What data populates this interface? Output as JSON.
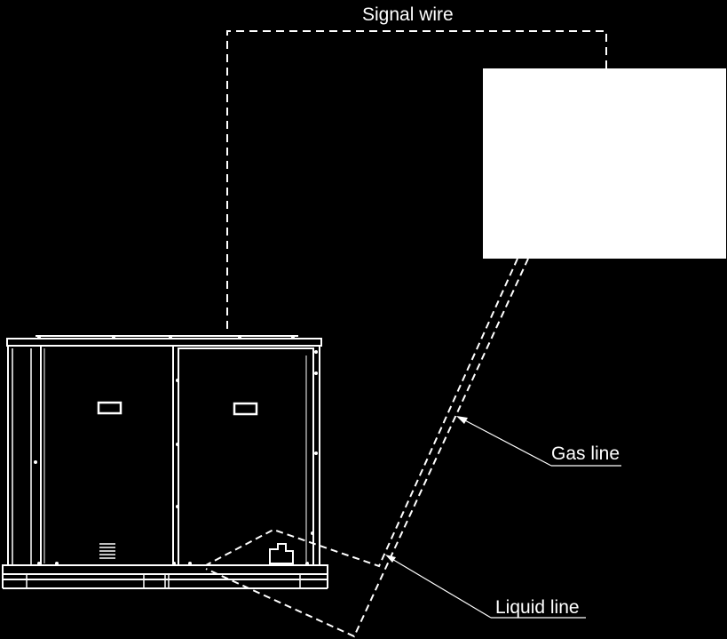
{
  "labels": {
    "signal_wire": "Signal wire",
    "gas_line": "Gas line",
    "liquid_line": "Liquid line"
  },
  "colors": {
    "background": "#000000",
    "line": "#ffffff",
    "indoor_unit_fill": "#ffffff"
  }
}
